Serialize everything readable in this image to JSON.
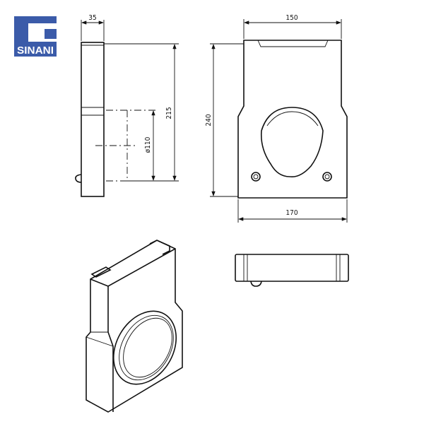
{
  "logo": {
    "text": "SINANI",
    "color": "#3b5ba9"
  },
  "dimensions": {
    "side_thickness": "35",
    "side_height": "215",
    "pipe_diameter": "ø110",
    "front_height": "240",
    "top_width": "150",
    "bottom_width": "170"
  }
}
